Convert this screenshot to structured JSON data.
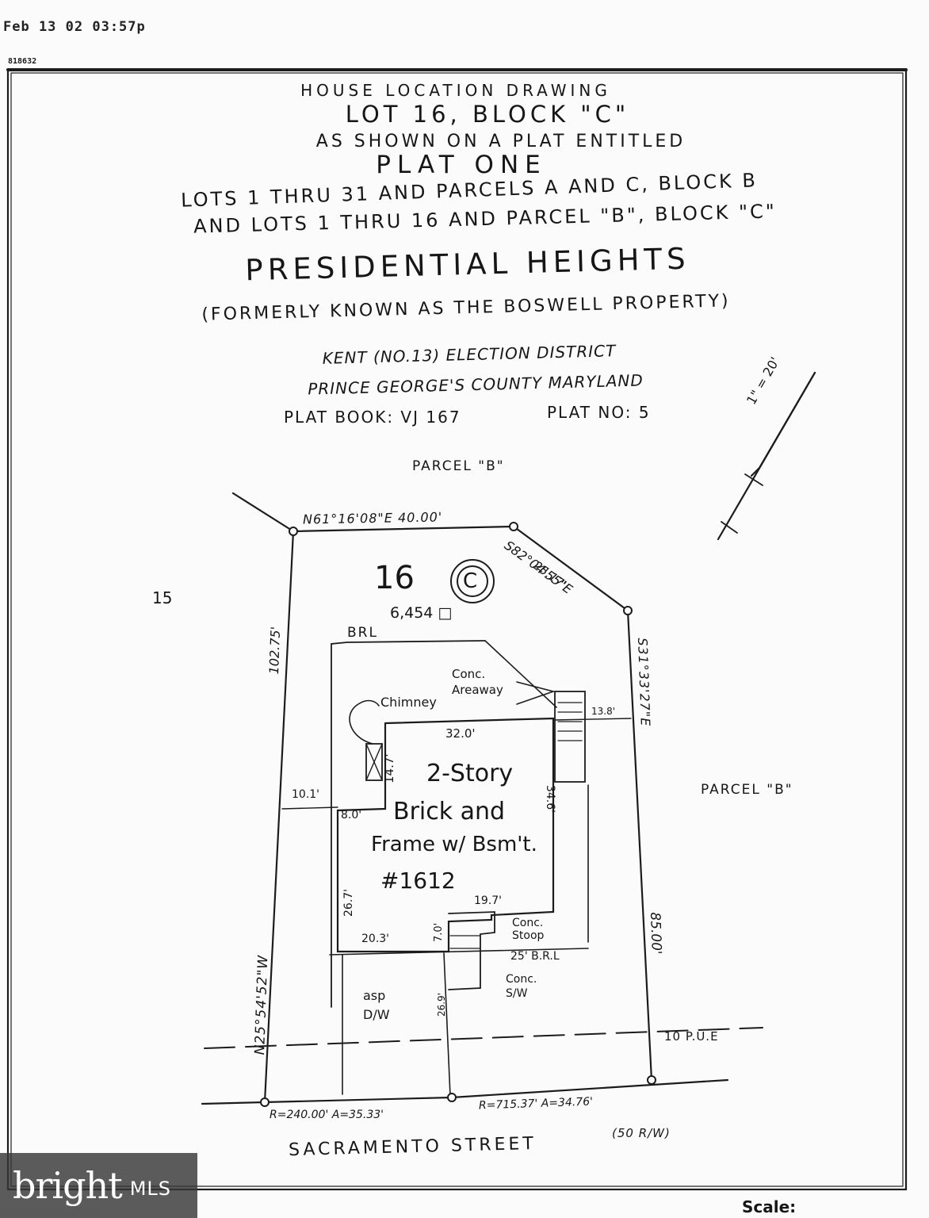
{
  "fax_header": {
    "date": "Feb 13 02 03:57p",
    "id": "818632"
  },
  "title_block": {
    "drawing_type": "HOUSE LOCATION DRAWING",
    "lot_block": "LOT 16, BLOCK \"C\"",
    "shown_on": "AS SHOWN ON A PLAT ENTITLED",
    "plat_name": "PLAT ONE",
    "lots_line1": "LOTS 1 THRU 31 AND PARCELS A AND C, BLOCK B",
    "lots_line2": "AND LOTS 1 THRU 16 AND PARCEL \"B\", BLOCK \"C\"",
    "subdivision": "PRESIDENTIAL HEIGHTS",
    "formerly": "(FORMERLY KNOWN AS THE BOSWELL PROPERTY)",
    "district": "KENT (NO.13) ELECTION DISTRICT",
    "county": "PRINCE GEORGE'S COUNTY MARYLAND",
    "plat_book": "PLAT BOOK: VJ 167",
    "plat_no": "PLAT NO: 5"
  },
  "scale_note": "1\" = 20'",
  "drawing": {
    "parcel_b_top": "PARCEL \"B\"",
    "parcel_b_right": "PARCEL \"B\"",
    "lot_15": "15",
    "lot_16": "16",
    "block_c": "C",
    "area": "6,454 □",
    "brl": "BRL",
    "bearing_top": "N61°16'08\"E   40.00'",
    "bearing_ne": "S82°04'55\"E",
    "dist_ne": "25.17'",
    "bearing_west": "102.75'",
    "bearing_east": "S31°33'27\"E",
    "bearing_west_lower": "N25°54'52\"W",
    "dist_east_lower": "85.00'",
    "areaway": "Conc. Areaway",
    "chimney": "Chimney",
    "dim_32": "32.0'",
    "dim_13_8": "13.8'",
    "dim_14_7": "14.7'",
    "dim_10_1": "10.1'",
    "dim_8_0": "8.0'",
    "dim_34_6": "34.6'",
    "dim_26_7": "26.7'",
    "dim_19_7": "19.7'",
    "dim_7_0": "7.0'",
    "dim_20_3": "20.3'",
    "dim_26_9": "26.9'",
    "house_line1": "2-Story",
    "house_line2": "Brick and",
    "house_line3": "Frame w/ Bsm't.",
    "house_number": "#1612",
    "conc_stoop": "Conc. Stoop",
    "brl_25": "25' B.R.L",
    "conc_sw": "Conc. S/W",
    "asp_dw": "asp D/W",
    "pue": "10 P.U.E",
    "curve_left": "R=240.00'  A=35.33'",
    "curve_right": "R=715.37'  A=34.76'",
    "street": "SACRAMENTO STREET",
    "row": "(50 R/W)"
  },
  "footer": {
    "scale_label": "Scale:"
  },
  "logo": {
    "word": "bright",
    "suffix": "MLS"
  }
}
